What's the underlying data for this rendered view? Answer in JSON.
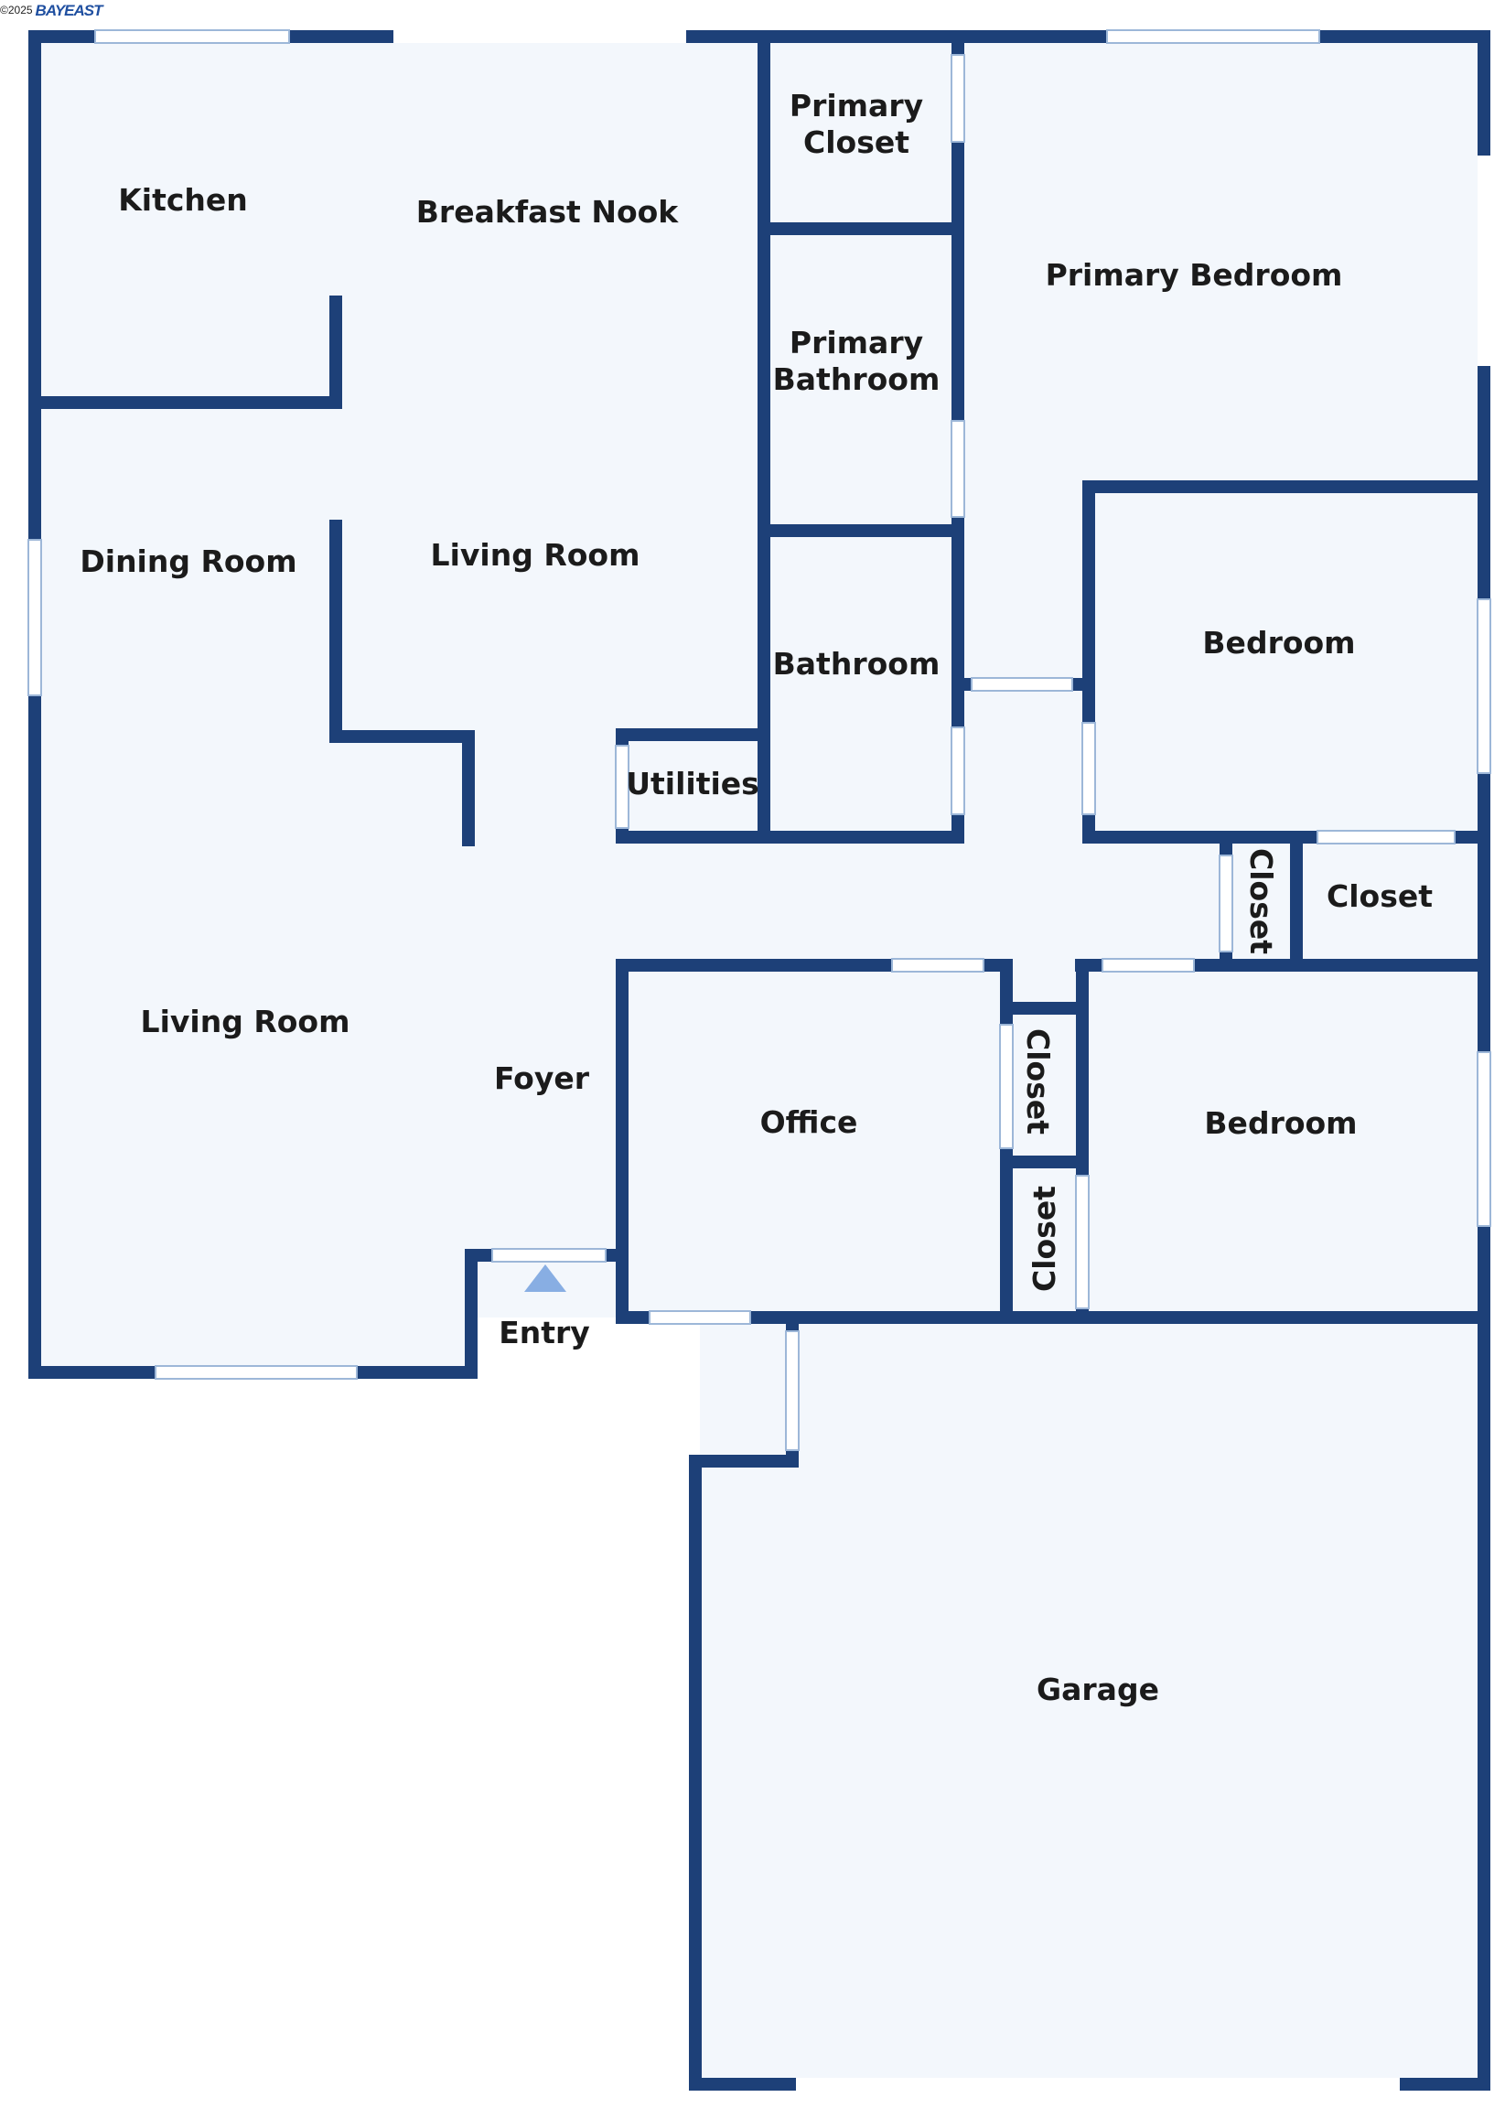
{
  "watermark": {
    "copyright": "©2025",
    "logo_text": "BAYEAST"
  },
  "colors": {
    "wall": "#1d4078",
    "floor": "#f3f7fc",
    "entry_marker": "#88aee3",
    "text": "#1b1b1b"
  },
  "rooms": {
    "kitchen": "Kitchen",
    "breakfast_nook": "Breakfast Nook",
    "primary_closet_1": "Primary",
    "primary_closet_2": "Closet",
    "primary_bedroom": "Primary Bedroom",
    "primary_bathroom_1": "Primary",
    "primary_bathroom_2": "Bathroom",
    "dining_room": "Dining Room",
    "living_room_upper": "Living Room",
    "bathroom": "Bathroom",
    "bedroom_upper": "Bedroom",
    "utilities": "Utilities",
    "closet_vertical_1": "Closet",
    "closet_horizontal": "Closet",
    "living_room_lower": "Living Room",
    "foyer": "Foyer",
    "office": "Office",
    "closet_vertical_2": "Closet",
    "closet_vertical_3": "Closet",
    "bedroom_lower": "Bedroom",
    "entry": "Entry",
    "garage": "Garage"
  }
}
